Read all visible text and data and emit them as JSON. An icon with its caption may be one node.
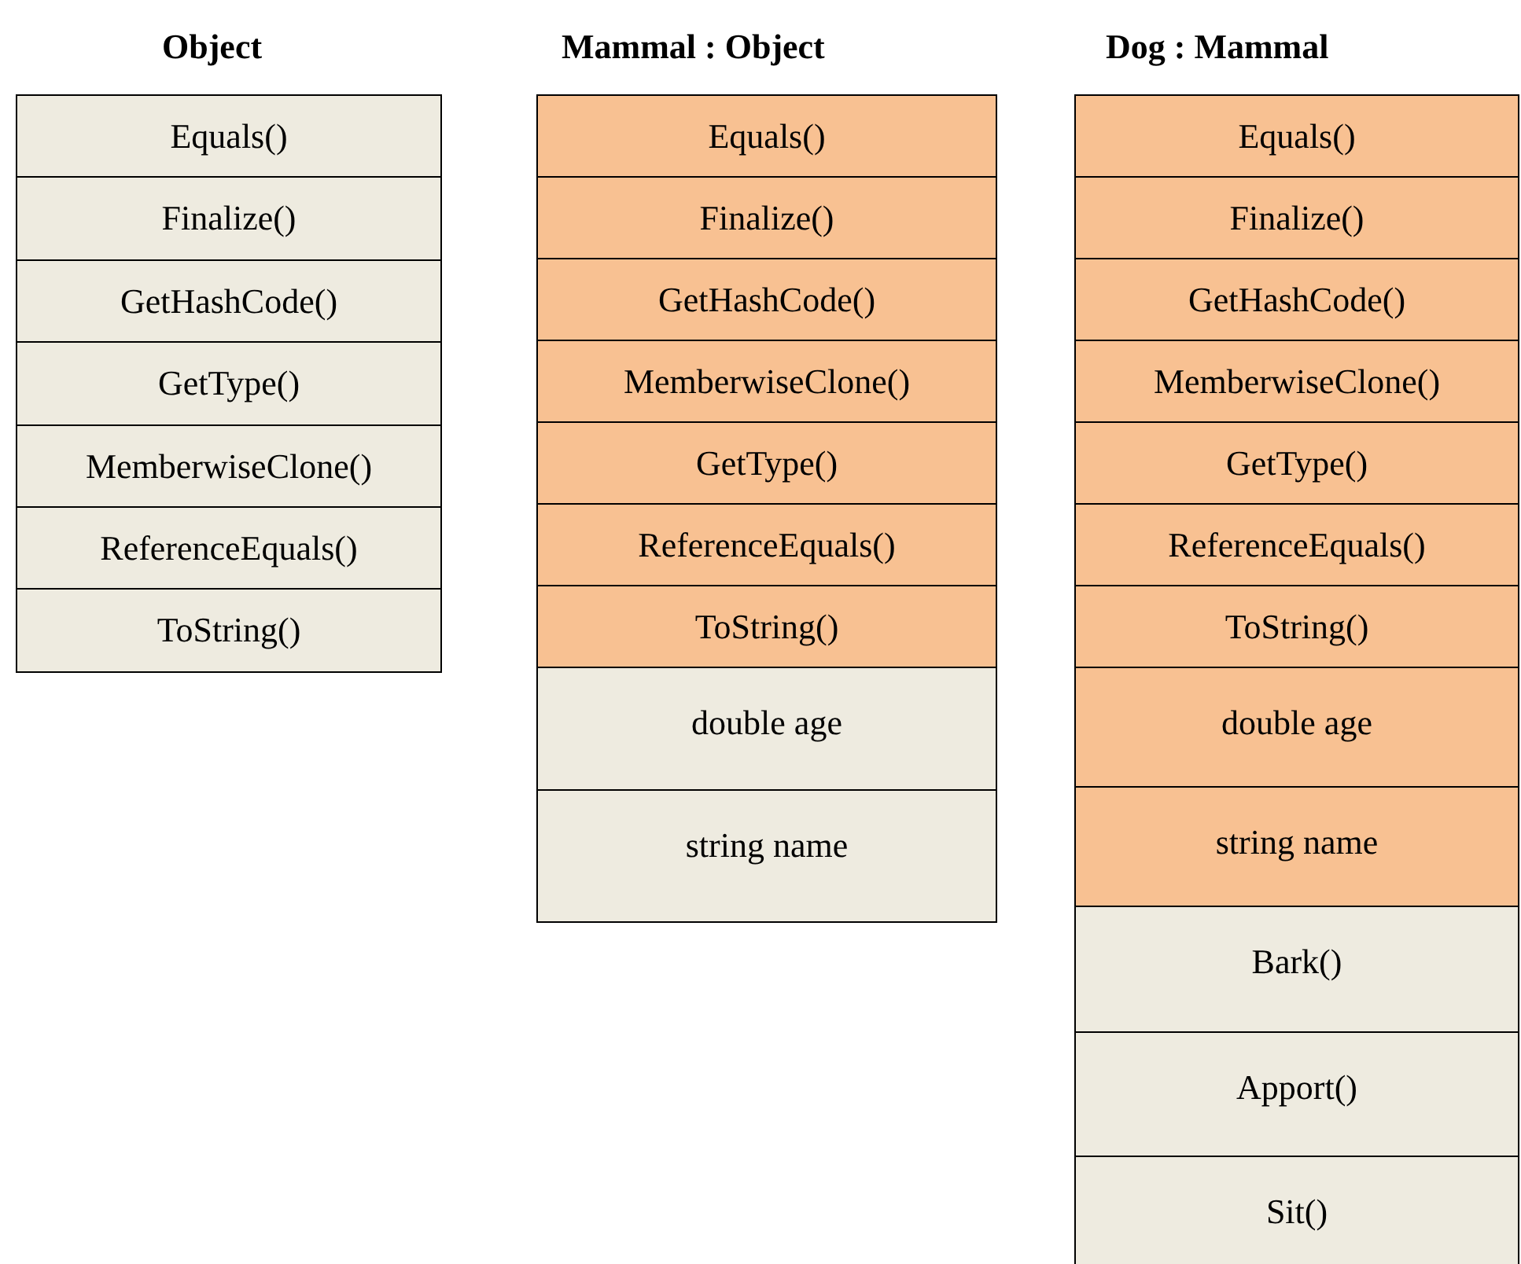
{
  "diagram": {
    "nodes": [
      {
        "text": [
          "Object"
        ]
      },
      {
        "text": [
          "Equals()"
        ],
        "in": 0
      },
      {
        "text": [
          "Finalize()"
        ],
        "in": 0
      },
      {
        "text": [
          "GetHashCode()"
        ],
        "in": 0
      },
      {
        "text": [
          "GetType()"
        ],
        "in": 0
      },
      {
        "text": [
          "MemberwiseClone()"
        ],
        "in": 0
      },
      {
        "text": [
          "ReferenceEquals()"
        ],
        "in": 0
      },
      {
        "text": [
          "ToString()"
        ],
        "in": 0
      },
      {
        "text": [
          "Mammal : Object"
        ]
      },
      {
        "text": [
          "Equals()"
        ],
        "in": 8
      },
      {
        "text": [
          "Finalize()"
        ],
        "in": 8
      },
      {
        "text": [
          "GetHashCode()"
        ],
        "in": 8
      },
      {
        "text": [
          "MemberwiseClone()"
        ],
        "in": 8
      },
      {
        "text": [
          "GetType()"
        ],
        "in": 8
      },
      {
        "text": [
          "ReferenceEquals()"
        ],
        "in": 8
      },
      {
        "text": [
          "ToString()"
        ],
        "in": 8
      },
      {
        "text": [
          "double age"
        ],
        "in": 8
      },
      {
        "text": [
          "string name"
        ],
        "in": 8
      },
      {
        "text": [
          "Dog : Mammal"
        ]
      },
      {
        "text": [
          "Equals()"
        ],
        "in": 18
      },
      {
        "text": [
          "Finalize()"
        ],
        "in": 18
      },
      {
        "text": [
          "GetHashCode()"
        ],
        "in": 18
      },
      {
        "text": [
          "MemberwiseClone()"
        ],
        "in": 18
      },
      {
        "text": [
          "GetType()"
        ],
        "in": 18
      },
      {
        "text": [
          "ReferenceEquals()"
        ],
        "in": 18
      },
      {
        "text": [
          "ToString()"
        ],
        "in": 18
      },
      {
        "text": [
          "double age"
        ],
        "in": 18
      },
      {
        "text": [
          "string name"
        ],
        "in": 18
      },
      {
        "text": [
          "Bark()"
        ],
        "in": 18
      },
      {
        "text": [
          "Apport()"
        ],
        "in": 18
      },
      {
        "text": [
          "Sit()"
        ],
        "in": 18
      }
    ],
    "edges": []
  }
}
